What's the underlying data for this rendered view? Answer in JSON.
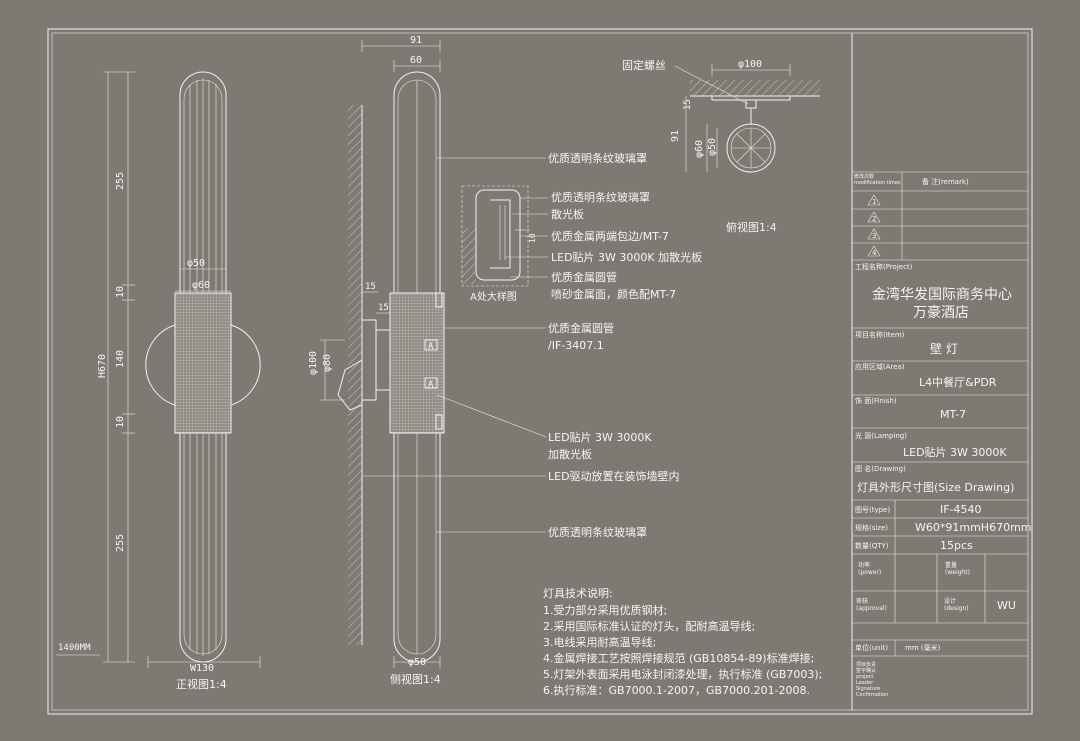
{
  "front_view": {
    "title": "正视图1:4",
    "width_label": "W130",
    "height_label": "H670",
    "dim_255_top": "255",
    "dim_10_top": "10",
    "dim_140": "140",
    "dim_10_bottom": "10",
    "dim_255_bottom": "255",
    "phi50": "φ50",
    "phi60": "φ60",
    "floor_label": "1400MM"
  },
  "side_view": {
    "title": "侧视图1:4",
    "dim_91": "91",
    "dim_60": "60",
    "dim_15a": "15",
    "dim_15b": "15",
    "phi100": "φ100",
    "phi80": "φ80",
    "phi50": "φ50",
    "marker_a1": "A",
    "marker_a2": "A"
  },
  "top_view": {
    "title": "俯视图1:4",
    "screw_label": "固定螺丝",
    "phi100": "φ100",
    "dim_15": "15",
    "dim_91": "91",
    "phi60": "φ60",
    "phi50": "φ50"
  },
  "detail_a": {
    "title": "A处大样图",
    "dim_10": "10"
  },
  "callouts": {
    "c1": "优质透明条纹玻璃罩",
    "c2": "优质透明条纹玻璃罩",
    "c3": "散光板",
    "c4": "优质金属两端包边/MT-7",
    "c5": "LED贴片 3W 3000K 加散光板",
    "c6": "优质金属圆管",
    "c7": "喷砂金属面，颜色配MT-7",
    "c8a": "优质金属圆管",
    "c8b": "/IF-3407.1",
    "c9a": "LED贴片 3W 3000K",
    "c9b": "加散光板",
    "c10": "LED驱动放置在装饰墙壁内",
    "c11": "优质透明条纹玻璃罩"
  },
  "tech_notes": {
    "heading": "灯具技术说明:",
    "lines": [
      "1.受力部分采用优质钢材;",
      "2.采用国际标准认证的灯头，配耐高温导线;",
      "3.电线采用耐高温导线;",
      "4.金属焊接工艺按照焊接规范 (GB10854-89)标准焊接;",
      "5.灯架外表面采用电泳封闭漆处理，执行标准 (GB7003);",
      "6.执行标准：GB7000.1-2007，GB7000.201-2008."
    ]
  },
  "title_block": {
    "rev_col1": "修改次数\nmodification times",
    "rev_col2": "备    注(remark)",
    "rev_nums": [
      "1",
      "2",
      "3",
      "4"
    ],
    "project_label": "工程名称(Project)",
    "project_line1": "金湾华发国际商务中心",
    "project_line2": "万豪酒店",
    "item_label": "项目名称(Item)",
    "item_value": "壁 灯",
    "area_label": "应用区域(Area)",
    "area_value": "L4中餐厅&PDR",
    "finish_label": "饰    面(Finish)",
    "finish_value": "MT-7",
    "lamp_label": "光    源(Lamping)",
    "lamp_value": "LED贴片 3W 3000K",
    "drawing_label": "图    名(Drawing)",
    "drawing_value": "灯具外形尺寸图(Size Drawing)",
    "type_label": "图号(type)",
    "type_value": "IF-4540",
    "size_label": "规格(size)",
    "size_value": "W60*91mmH670mm",
    "qty_label": "数量(QTY)",
    "qty_value": "15pcs",
    "power_label": "功率\n(power)",
    "weight_label": "重量\n(weight)",
    "approval_label": "审核\n(approval)",
    "design_label": "设计\n(design)",
    "design_value": "WU",
    "unit_label": "单位(unit)",
    "unit_value": "mm (毫米)",
    "sig_label": "项目负责\n签字确认\nproject\nLeader\nSignature\nConfirmation"
  }
}
